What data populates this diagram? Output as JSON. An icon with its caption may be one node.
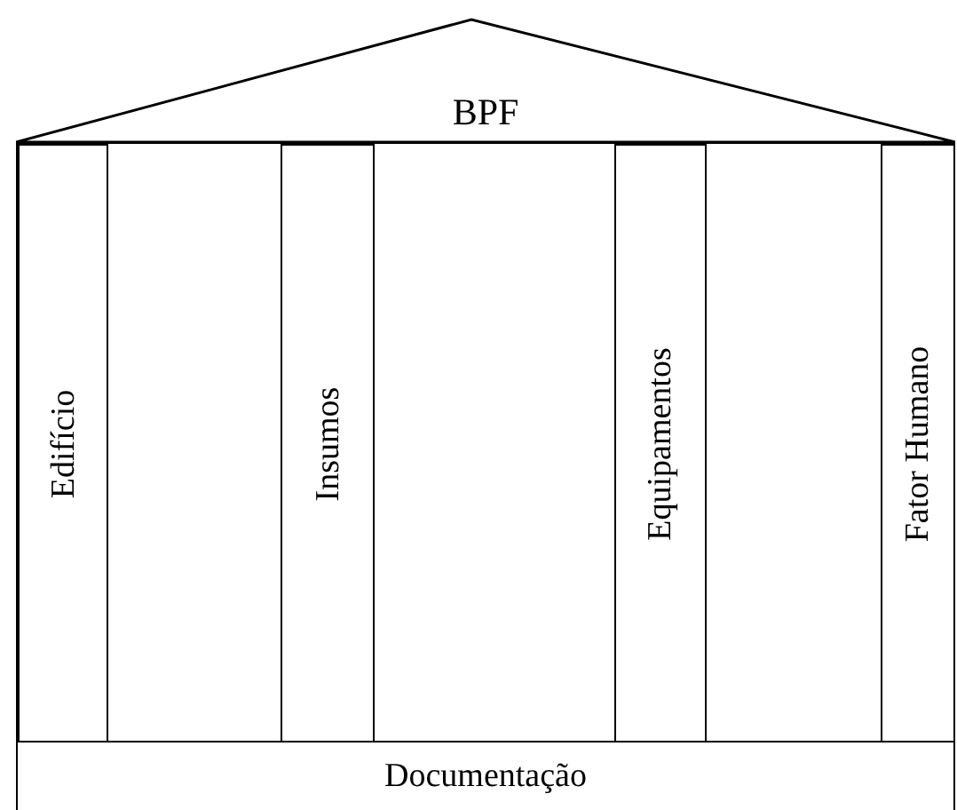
{
  "diagram": {
    "nodes": [
      {
        "text": [
          "BPF"
        ]
      },
      {
        "text": [],
        "shape": "box"
      },
      {
        "text": [
          "Edifício"
        ],
        "in": 1
      },
      {
        "text": [
          "Insumos"
        ],
        "in": 1
      },
      {
        "text": [
          "Equipamentos"
        ],
        "in": 1
      },
      {
        "text": [
          "Fator Humano"
        ],
        "in": 1
      },
      {
        "text": [
          "Documentação"
        ]
      }
    ],
    "edges": []
  }
}
